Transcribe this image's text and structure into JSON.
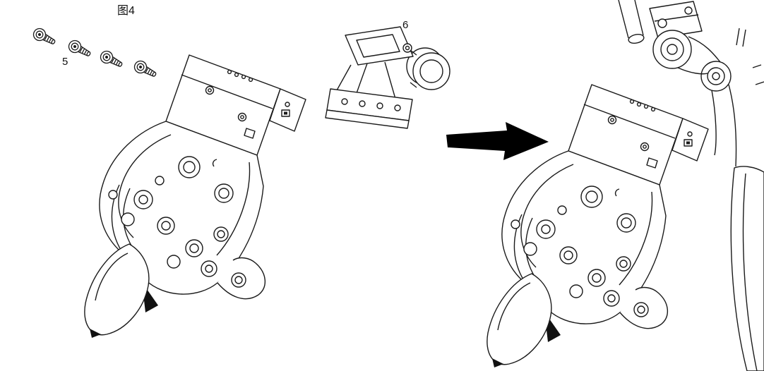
{
  "figure": {
    "label": "图4"
  },
  "parts": {
    "screws": {
      "label": "5",
      "name": "socket-head-cap-screws"
    },
    "bracket": {
      "label": "6",
      "name": "mounting-bracket-with-clamp-ring"
    }
  },
  "illustration": {
    "left": "robotic-gripper-with-loose-parts",
    "right": "robotic-gripper-mounted-on-robot-arm",
    "arrow": "assembly-direction-right"
  },
  "colors": {
    "background": "#ffffff",
    "line": "#1a1a1a",
    "arrow": "#000000"
  }
}
